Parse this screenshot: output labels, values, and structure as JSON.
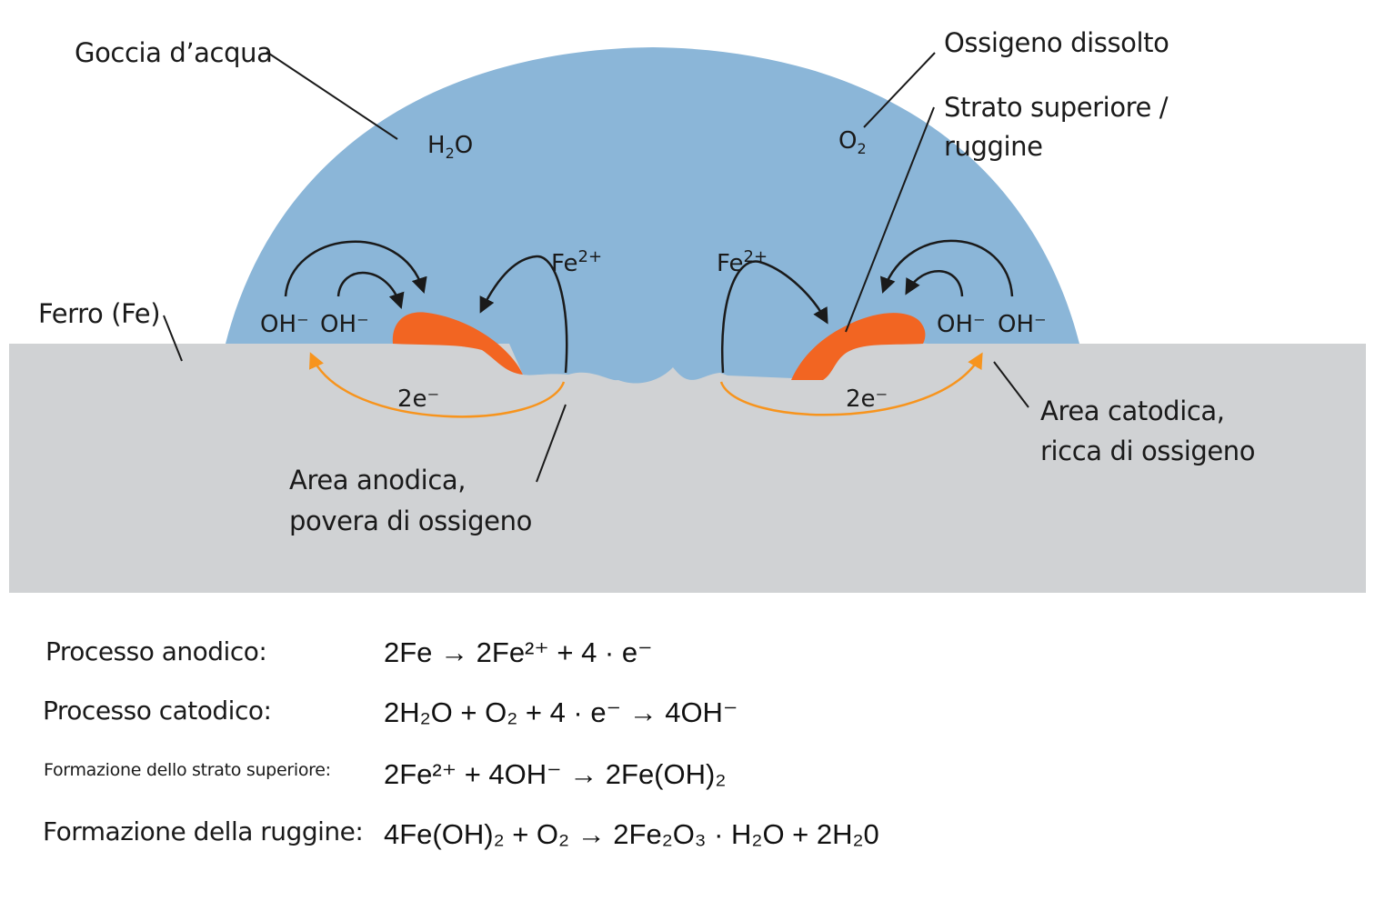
{
  "diagram": {
    "labels": {
      "water_drop": "Goccia d’acqua",
      "iron": "Ferro (Fe)",
      "dissolved_oxygen": "Ossigeno dissolto",
      "top_layer_line1": "Strato superiore /",
      "top_layer_line2": "ruggine",
      "anodic_line1": "Area anodica,",
      "anodic_line2": "povera di ossigeno",
      "cathodic_line1": "Area catodica,",
      "cathodic_line2": "ricca di ossigeno"
    },
    "species": {
      "water": "H",
      "water_sub": "2",
      "water_tail": "O",
      "oxygen": "O",
      "oxygen_sub": "2",
      "iron_ion_left": "Fe",
      "iron_ion_left_sup": "2+",
      "iron_ion_right": "Fe",
      "iron_ion_right_sup": "2+",
      "oh_left_1": "OH⁻",
      "oh_left_2": "OH⁻",
      "oh_right_1": "OH⁻",
      "oh_right_2": "OH⁻",
      "electrons_left": "2e⁻",
      "electrons_right": "2e⁻"
    },
    "colors": {
      "water": "#8bb6d8",
      "iron": "#d0d2d4",
      "rust": "#f26522",
      "electron_arrow": "#f7941d",
      "ion_arrow": "#1a1a1a"
    }
  },
  "equations": [
    {
      "label": "Processo anodico:",
      "formula": "2Fe → 2Fe²⁺ + 4 · e⁻"
    },
    {
      "label": "Processo catodico:",
      "formula": "2H₂O + O₂ + 4 · e⁻ → 4OH⁻"
    },
    {
      "label": "Formazione dello strato superiore:",
      "formula": "2Fe²⁺ + 4OH⁻ → 2Fe(OH)₂"
    },
    {
      "label": "Formazione della ruggine:",
      "formula": "4Fe(OH)₂ + O₂ → 2Fe₂O₃ · H₂O + 2H₂0"
    }
  ]
}
